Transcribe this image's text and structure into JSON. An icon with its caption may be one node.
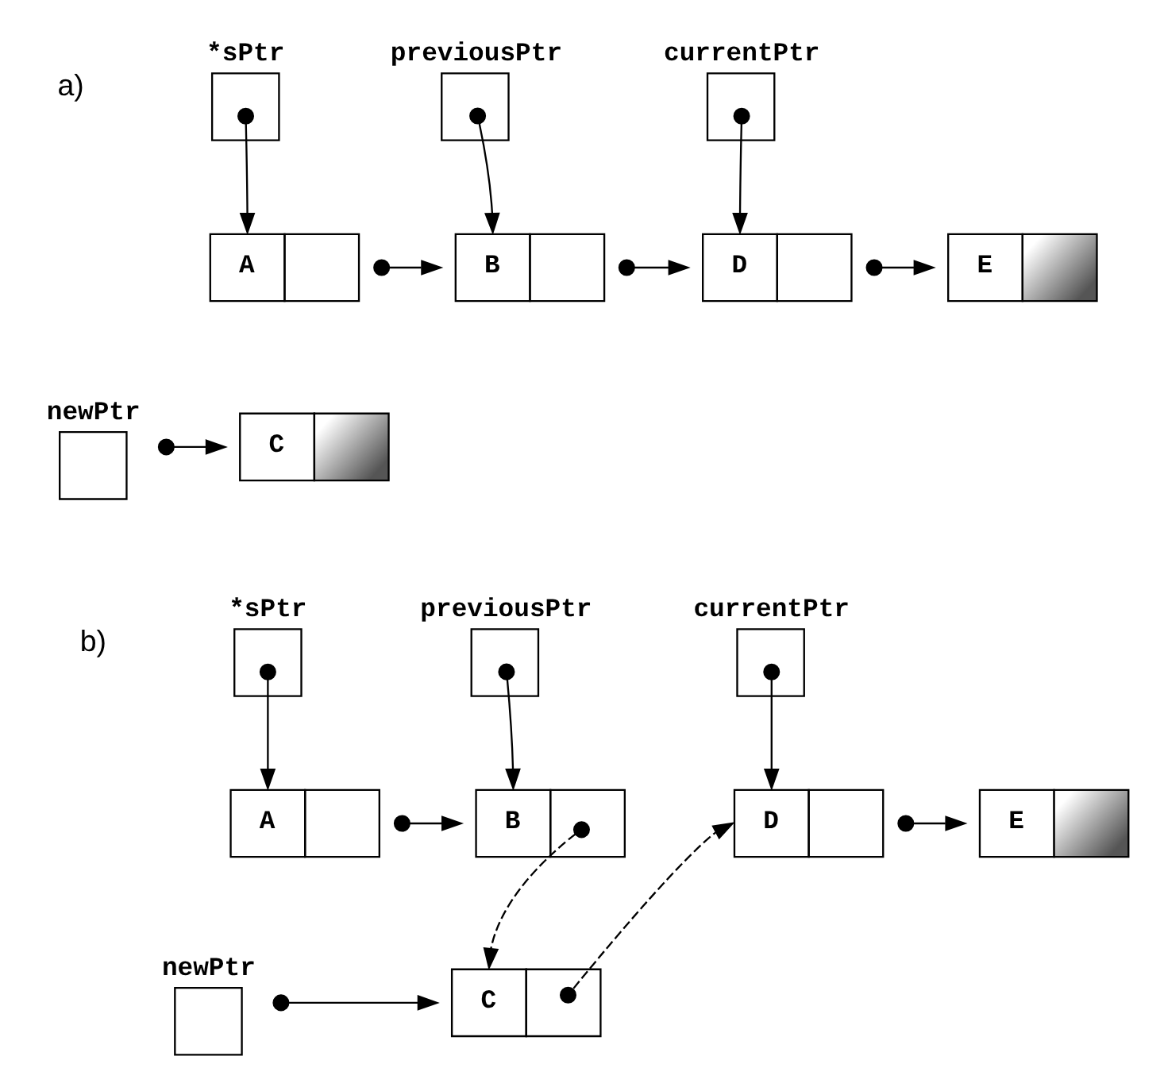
{
  "diagram": {
    "nodes": [
      {
        "text": [
          "*sPtr"
        ]
      },
      {
        "text": [
          "previousPtr"
        ]
      },
      {
        "text": [
          "currentPtr"
        ]
      },
      {
        "text": [
          "A"
        ]
      },
      {
        "text": [
          "B"
        ]
      },
      {
        "text": [
          "D"
        ]
      },
      {
        "text": [
          "E"
        ]
      },
      {
        "text": [
          "newPtr"
        ]
      },
      {
        "text": [
          "C"
        ]
      },
      {
        "text": [
          "*sPtr"
        ]
      },
      {
        "text": [
          "previousPtr"
        ]
      },
      {
        "text": [
          "currentPtr"
        ]
      },
      {
        "text": [
          "A"
        ]
      },
      {
        "text": [
          "B"
        ]
      },
      {
        "text": [
          "D"
        ]
      },
      {
        "text": [
          "E"
        ]
      },
      {
        "text": [
          "newPtr"
        ]
      },
      {
        "text": [
          "C"
        ]
      }
    ],
    "edges": [
      {
        "from": 0,
        "to": 3,
        "arrow": "to"
      },
      {
        "from": 1,
        "to": 4,
        "arrow": "to"
      },
      {
        "from": 2,
        "to": 5,
        "arrow": "to"
      },
      {
        "from": 3,
        "to": 4,
        "arrow": "to"
      },
      {
        "from": 4,
        "to": 5,
        "arrow": "to"
      },
      {
        "from": 5,
        "to": 6,
        "arrow": "to"
      },
      {
        "from": 7,
        "to": 8,
        "arrow": "to"
      },
      {
        "from": 9,
        "to": 12,
        "arrow": "to"
      },
      {
        "from": 10,
        "to": 13,
        "arrow": "to"
      },
      {
        "from": 11,
        "to": 14,
        "arrow": "to"
      },
      {
        "from": 12,
        "to": 13,
        "arrow": "to"
      },
      {
        "from": 13,
        "to": 17,
        "arrow": "to",
        "style": "dashed"
      },
      {
        "from": 14,
        "to": 15,
        "arrow": "to"
      },
      {
        "from": 16,
        "to": 17,
        "arrow": "to"
      },
      {
        "from": 17,
        "to": 14,
        "arrow": "to",
        "style": "dashed"
      }
    ],
    "labels": [
      "a)",
      "b)"
    ]
  }
}
